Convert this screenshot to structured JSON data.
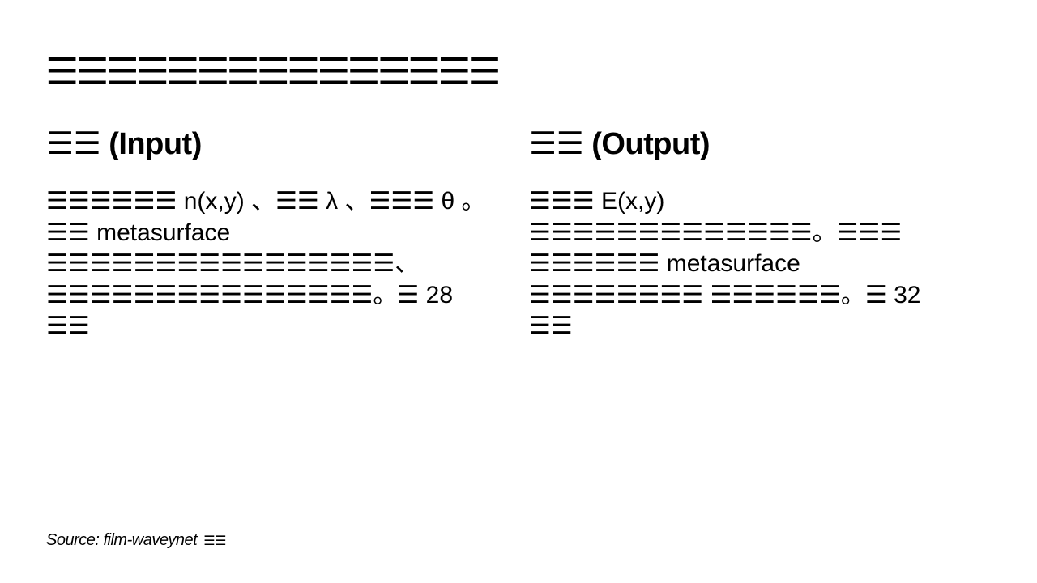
{
  "title": "☰☰☰☰☰☰☰☰☰☰☰☰☰☰☰",
  "input": {
    "heading": "☰☰ (Input)",
    "body": "☰☰☰☰☰☰ n(x,y) 、☰☰ λ 、☰☰☰ θ 。☰☰ metasurface ☰☰☰☰☰☰☰☰☰☰☰☰☰☰☰☰、☰☰☰☰☰☰☰☰☰☰☰☰☰☰☰。☰ 28 ☰☰"
  },
  "output": {
    "heading": "☰☰ (Output)",
    "body": "☰☰☰ E(x,y) ☰☰☰☰☰☰☰☰☰☰☰☰☰。☰☰☰ ☰☰☰☰☰☰ metasurface ☰☰☰☰☰☰☰☰ ☰☰☰☰☰☰。☰ 32 ☰☰"
  },
  "source": {
    "label": "Source: film-waveynet",
    "suffix": "☰☰"
  }
}
